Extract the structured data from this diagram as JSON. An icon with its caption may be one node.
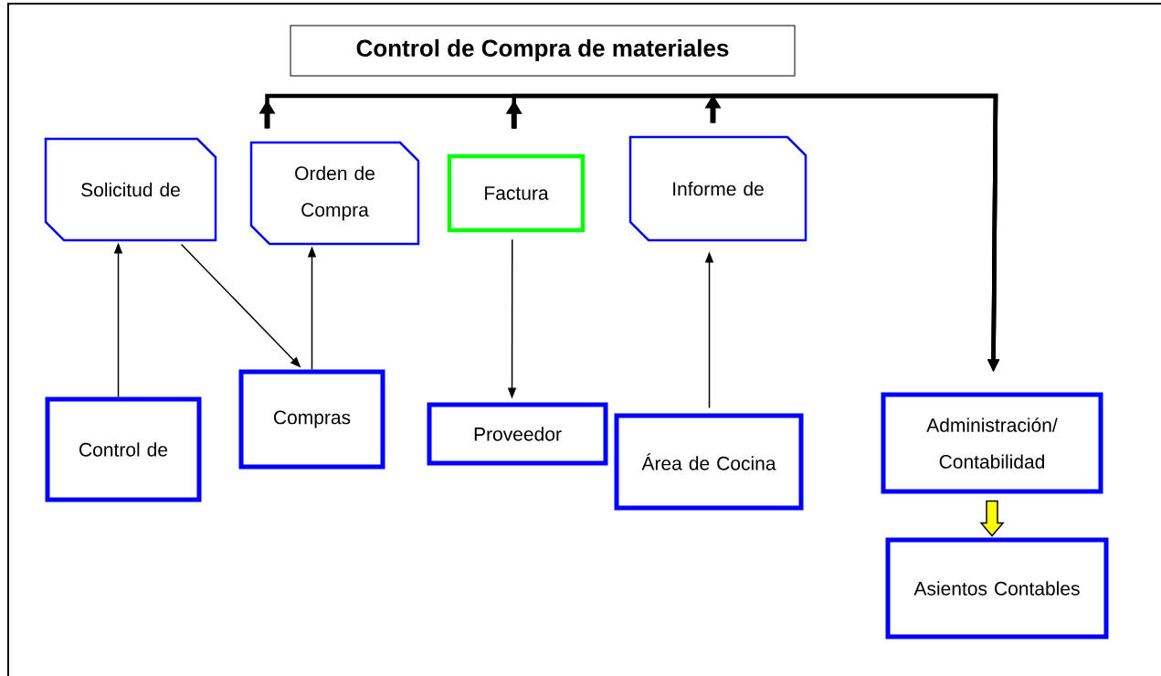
{
  "diagram": {
    "title": "Control de Compra de materiales",
    "nodes": [
      {
        "text": [
          "Solicitud de"
        ]
      },
      {
        "text": [
          "Orden de Compra"
        ]
      },
      {
        "text": [
          "Factura"
        ]
      },
      {
        "text": [
          "Informe de"
        ]
      },
      {
        "text": [
          "Control de"
        ]
      },
      {
        "text": [
          "Compras"
        ]
      },
      {
        "text": [
          "Proveedor"
        ]
      },
      {
        "text": [
          "Área de Cocina"
        ]
      },
      {
        "text": [
          "Administración/ Contabilidad"
        ]
      },
      {
        "text": [
          "Asientos Contables"
        ]
      }
    ],
    "edges": [
      {
        "from": 4,
        "to": 0,
        "arrow": "to"
      },
      {
        "from": 0,
        "to": 5,
        "arrow": "to"
      },
      {
        "from": 5,
        "to": 1,
        "arrow": "to"
      },
      {
        "from": 2,
        "to": 6,
        "arrow": "to"
      },
      {
        "from": 7,
        "to": 3,
        "arrow": "to"
      },
      {
        "from": 1,
        "to": 8,
        "arrow": "to",
        "style": "thick"
      },
      {
        "from": 2,
        "to": 8,
        "arrow": "to",
        "style": "thick"
      },
      {
        "from": 3,
        "to": 8,
        "arrow": "to",
        "style": "thick"
      },
      {
        "from": 8,
        "to": 9,
        "arrow": "to",
        "color": "#ffff00"
      }
    ]
  }
}
